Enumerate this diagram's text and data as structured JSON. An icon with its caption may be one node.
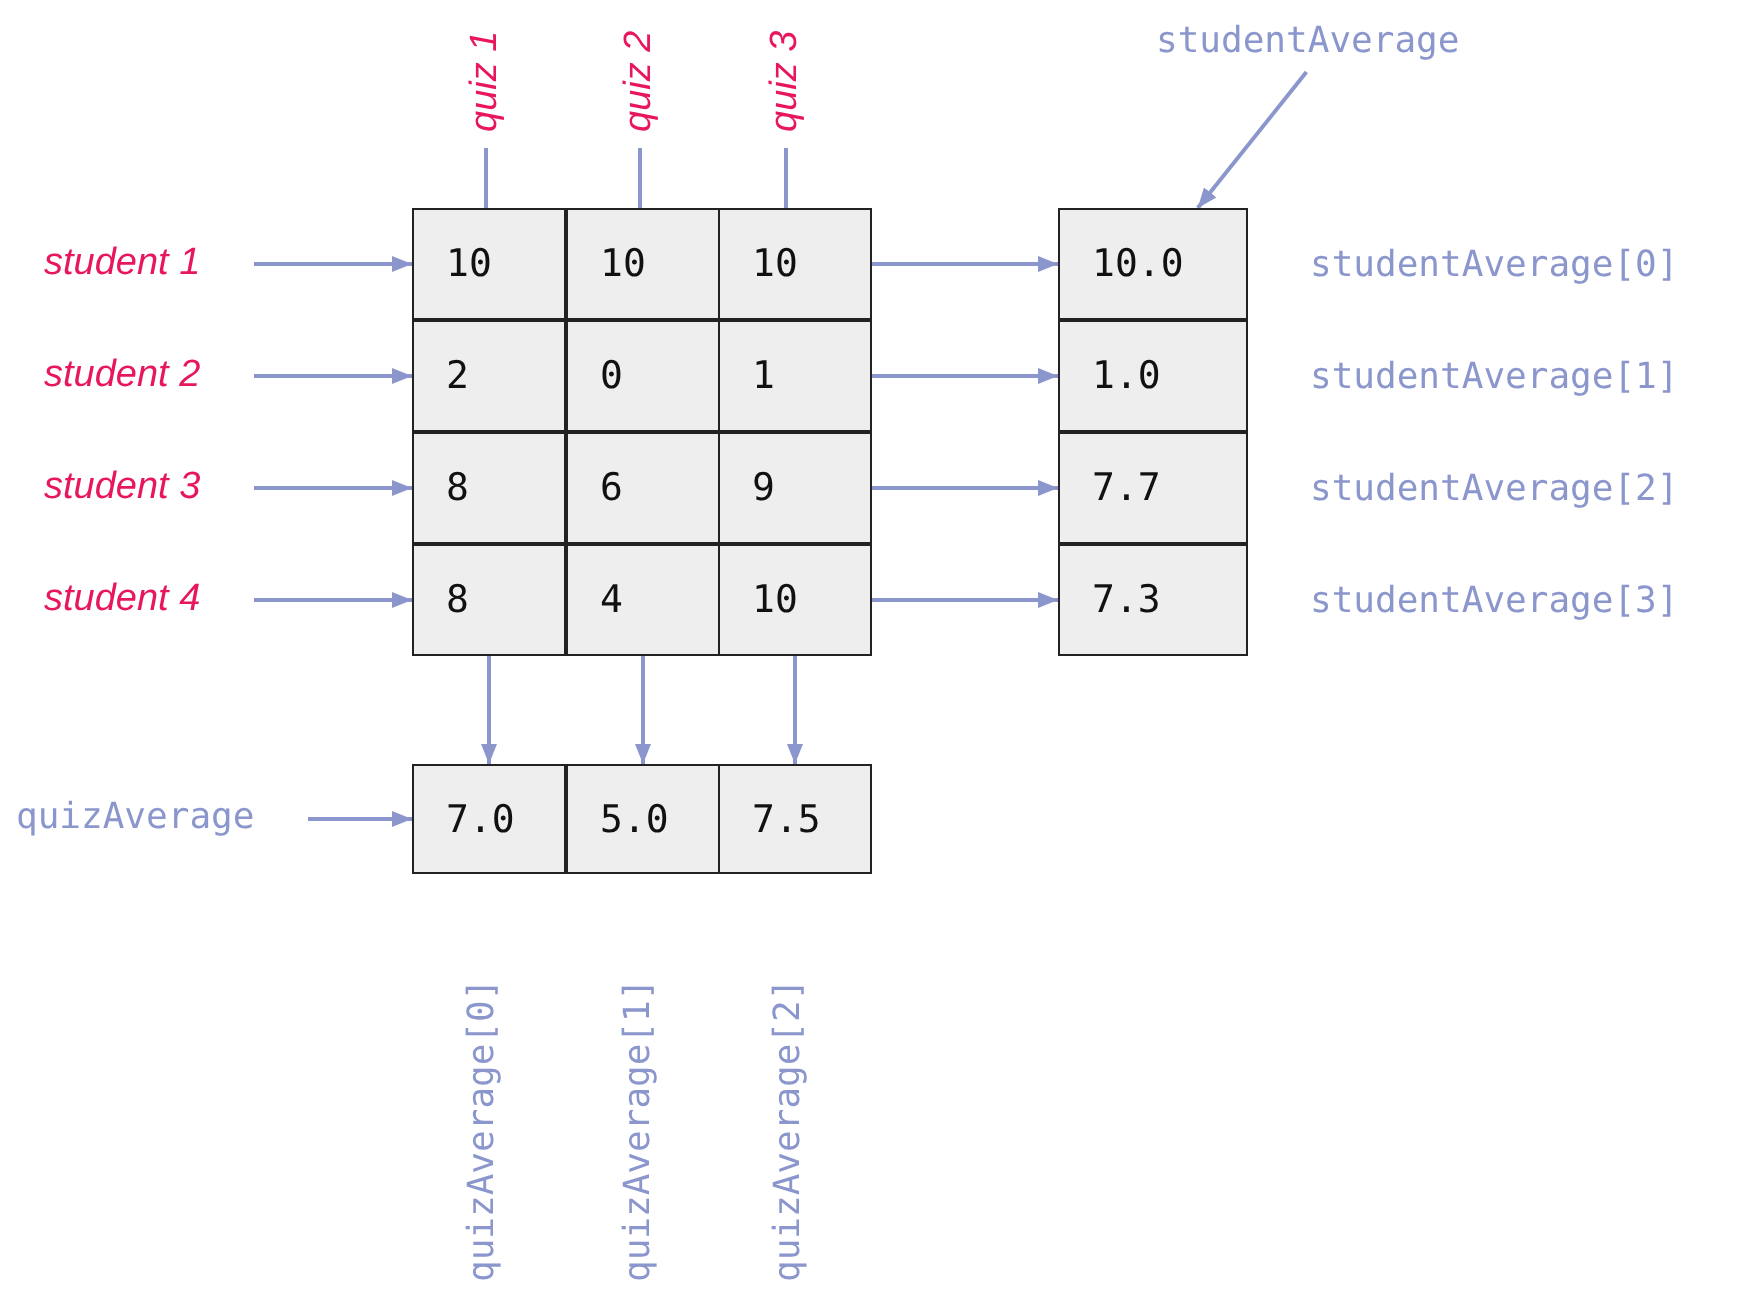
{
  "diagram": {
    "nodes": [
      {
        "text": [
          "quiz 1"
        ]
      },
      {
        "text": [
          "quiz 2"
        ]
      },
      {
        "text": [
          "quiz 3"
        ]
      },
      {
        "text": [
          "studentAverage"
        ]
      },
      {
        "text": [
          "student 1"
        ]
      },
      {
        "text": [
          "10"
        ]
      },
      {
        "text": [
          "10"
        ]
      },
      {
        "text": [
          "10"
        ]
      },
      {
        "text": [
          "10.0"
        ]
      },
      {
        "text": [
          "student 2"
        ]
      },
      {
        "text": [
          "2"
        ]
      },
      {
        "text": [
          "0"
        ]
      },
      {
        "text": [
          "1"
        ]
      },
      {
        "text": [
          "1.0"
        ]
      },
      {
        "text": [
          "student 3"
        ]
      },
      {
        "text": [
          "8"
        ]
      },
      {
        "text": [
          "6"
        ]
      },
      {
        "text": [
          "9"
        ]
      },
      {
        "text": [
          "7.7"
        ]
      },
      {
        "text": [
          "student 4"
        ]
      },
      {
        "text": [
          "8"
        ]
      },
      {
        "text": [
          "4"
        ]
      },
      {
        "text": [
          "10"
        ]
      },
      {
        "text": [
          "7.3"
        ]
      },
      {
        "text": [
          "quizAverage"
        ]
      },
      {
        "text": [
          "7.0"
        ]
      },
      {
        "text": [
          "5.0"
        ]
      },
      {
        "text": [
          "7.5"
        ]
      }
    ],
    "edges": [
      {
        "from": 0,
        "to": 5,
        "arrow": "none"
      },
      {
        "from": 1,
        "to": 6,
        "arrow": "none"
      },
      {
        "from": 2,
        "to": 7,
        "arrow": "none"
      },
      {
        "from": 3,
        "to": 8,
        "arrow": "to"
      },
      {
        "from": 4,
        "to": 5,
        "arrow": "to"
      },
      {
        "from": 7,
        "to": 8,
        "arrow": "to"
      },
      {
        "from": 9,
        "to": 10,
        "arrow": "to"
      },
      {
        "from": 12,
        "to": 13,
        "arrow": "to"
      },
      {
        "from": 14,
        "to": 15,
        "arrow": "to"
      },
      {
        "from": 17,
        "to": 18,
        "arrow": "to"
      },
      {
        "from": 19,
        "to": 20,
        "arrow": "to"
      },
      {
        "from": 22,
        "to": 23,
        "arrow": "to"
      },
      {
        "from": 20,
        "to": 25,
        "arrow": "to"
      },
      {
        "from": 21,
        "to": 26,
        "arrow": "to"
      },
      {
        "from": 22,
        "to": 27,
        "arrow": "to"
      },
      {
        "from": 24,
        "to": 25,
        "arrow": "to"
      }
    ],
    "labels": [
      "studentAverage[0]",
      "studentAverage[1]",
      "studentAverage[2]",
      "studentAverage[3]",
      "quizAverage[0]",
      "quizAverage[1]",
      "quizAverage[2]"
    ]
  }
}
